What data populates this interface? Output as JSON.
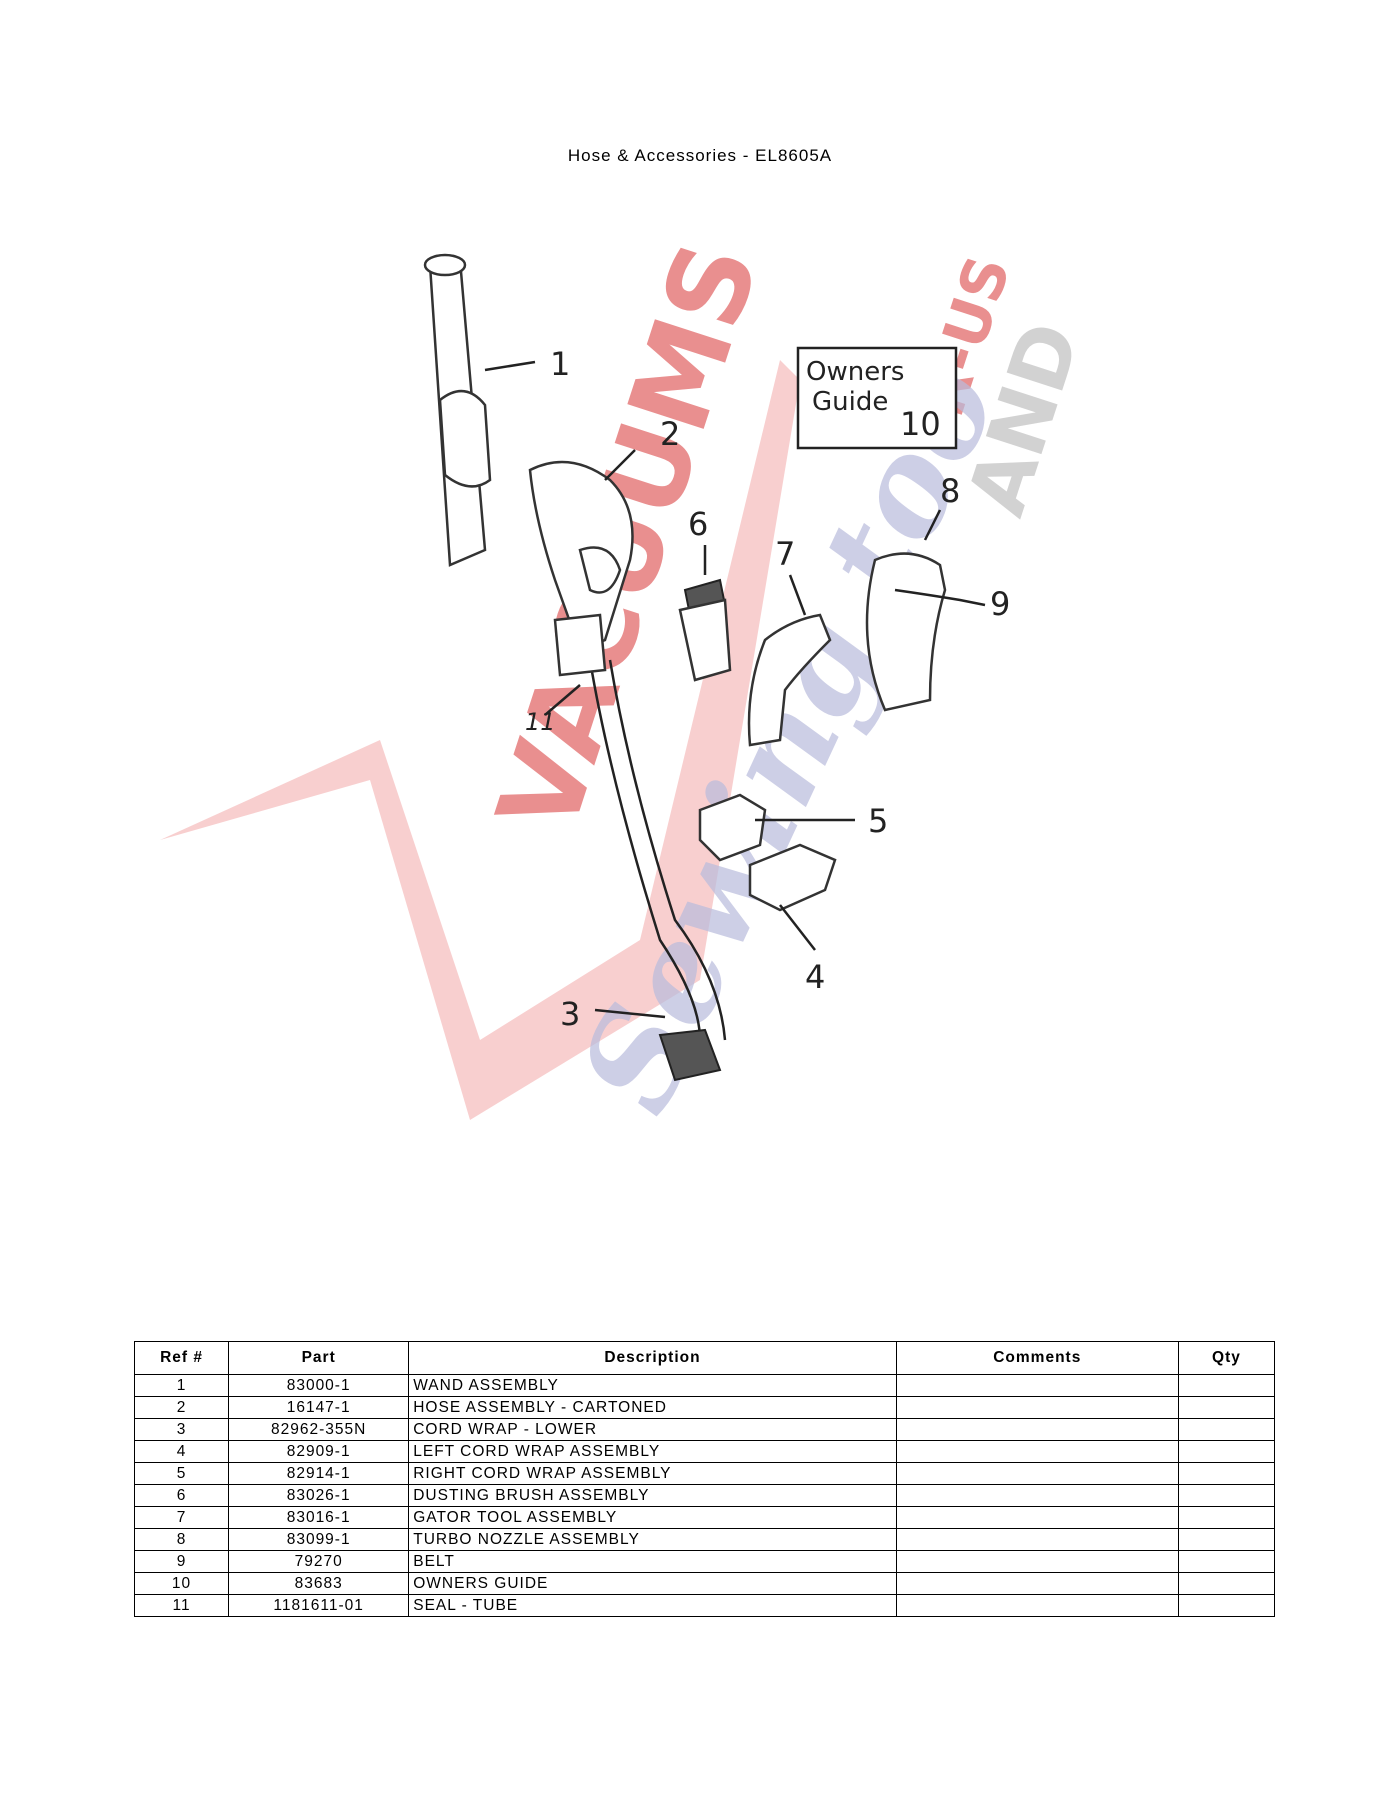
{
  "title": "Hose & Accessories - EL8605A",
  "diagram": {
    "callouts": [
      "1",
      "2",
      "3",
      "4",
      "5",
      "6",
      "7",
      "8",
      "9",
      "11"
    ],
    "owners_guide_line1": "Owners",
    "owners_guide_line2": "Guide",
    "owners_guide_number": "10",
    "watermark": {
      "brand_red": "VACUUMS",
      "brand_rus": "R-US",
      "brand_and": "AND",
      "brand_blue": "Sewing too",
      "colors": {
        "red": "#e26a6a",
        "gray": "#c8c8c8",
        "blue": "#b9bcdc"
      }
    }
  },
  "table": {
    "headers": [
      "Ref #",
      "Part",
      "Description",
      "Comments",
      "Qty"
    ],
    "rows": [
      {
        "ref": "1",
        "part": "83000-1",
        "description": "WAND ASSEMBLY",
        "comments": "",
        "qty": ""
      },
      {
        "ref": "2",
        "part": "16147-1",
        "description": "HOSE ASSEMBLY - CARTONED",
        "comments": "",
        "qty": ""
      },
      {
        "ref": "3",
        "part": "82962-355N",
        "description": "CORD WRAP - LOWER",
        "comments": "",
        "qty": ""
      },
      {
        "ref": "4",
        "part": "82909-1",
        "description": "LEFT CORD WRAP ASSEMBLY",
        "comments": "",
        "qty": ""
      },
      {
        "ref": "5",
        "part": "82914-1",
        "description": "RIGHT CORD WRAP ASSEMBLY",
        "comments": "",
        "qty": ""
      },
      {
        "ref": "6",
        "part": "83026-1",
        "description": "DUSTING BRUSH ASSEMBLY",
        "comments": "",
        "qty": ""
      },
      {
        "ref": "7",
        "part": "83016-1",
        "description": "GATOR TOOL ASSEMBLY",
        "comments": "",
        "qty": ""
      },
      {
        "ref": "8",
        "part": "83099-1",
        "description": "TURBO NOZZLE ASSEMBLY",
        "comments": "",
        "qty": ""
      },
      {
        "ref": "9",
        "part": "79270",
        "description": "BELT",
        "comments": "",
        "qty": ""
      },
      {
        "ref": "10",
        "part": "83683",
        "description": "OWNERS GUIDE",
        "comments": "",
        "qty": ""
      },
      {
        "ref": "11",
        "part": "1181611-01",
        "description": "SEAL - TUBE",
        "comments": "",
        "qty": ""
      }
    ]
  }
}
